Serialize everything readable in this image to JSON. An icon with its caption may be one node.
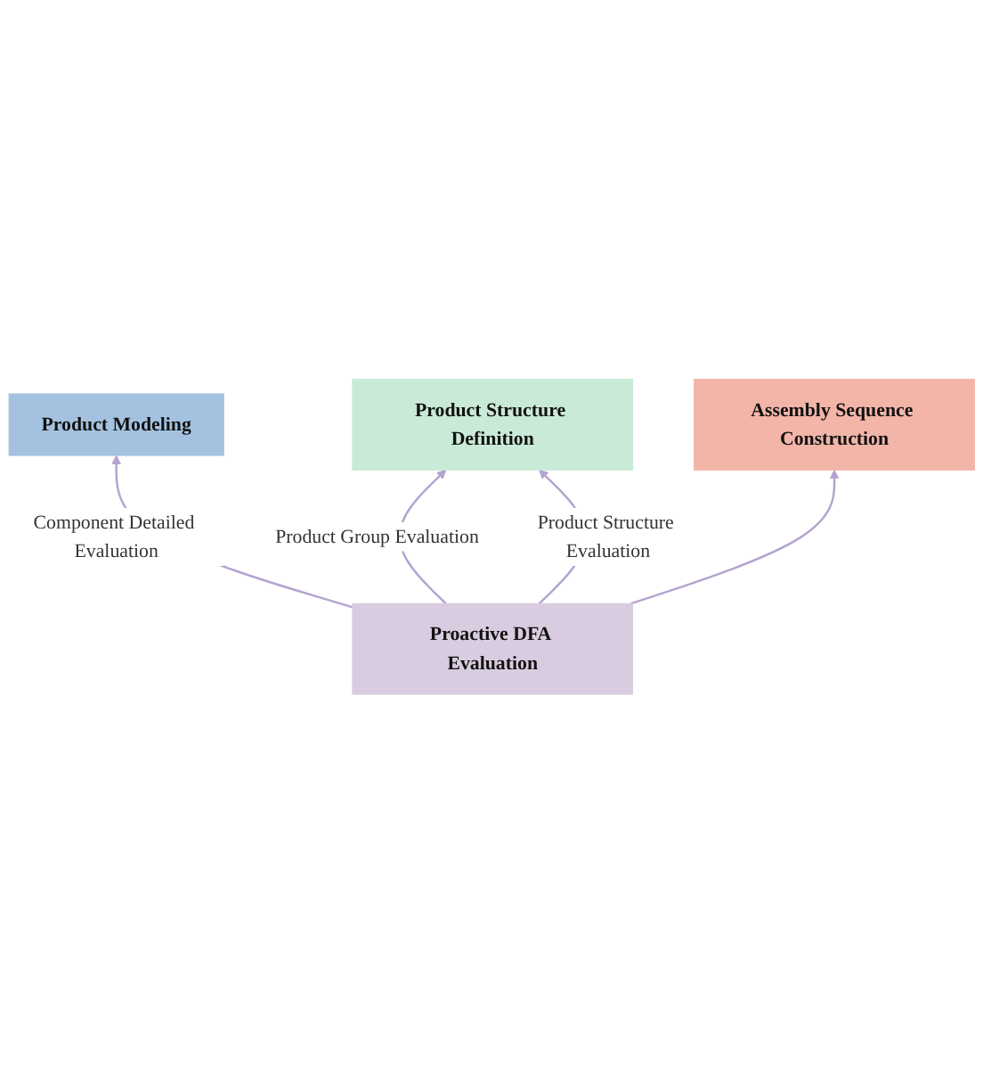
{
  "diagram": {
    "nodes": [
      {
        "text": [
          "Product Modeling"
        ]
      },
      {
        "text": [
          "Product Structure Definition"
        ]
      },
      {
        "text": [
          "Assembly Sequence Construction"
        ]
      },
      {
        "text": [
          "Proactive DFA Evaluation"
        ]
      }
    ],
    "edges": [
      {
        "from": 3,
        "to": 0,
        "arrow": "to",
        "label": "Component Detailed Evaluation"
      },
      {
        "from": 3,
        "to": 1,
        "arrow": "to",
        "label": "Product Group Evaluation"
      },
      {
        "from": 3,
        "to": 1,
        "arrow": "to",
        "label": "Product Structure Evaluation"
      },
      {
        "from": 3,
        "to": 2,
        "arrow": "to"
      }
    ]
  }
}
